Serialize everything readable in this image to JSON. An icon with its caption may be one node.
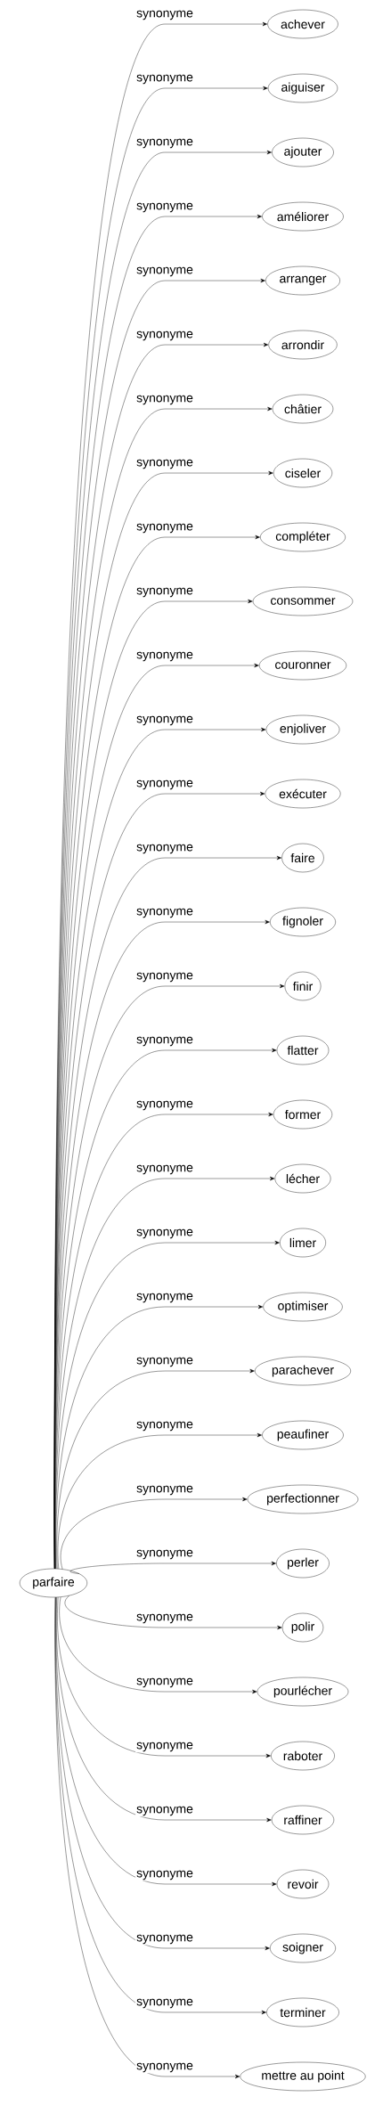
{
  "diagram": {
    "nodes": [
      {
        "text": [
          "parfaire"
        ]
      },
      {
        "text": [
          "achever"
        ]
      },
      {
        "text": [
          "aiguiser"
        ]
      },
      {
        "text": [
          "ajouter"
        ]
      },
      {
        "text": [
          "améliorer"
        ]
      },
      {
        "text": [
          "arranger"
        ]
      },
      {
        "text": [
          "arrondir"
        ]
      },
      {
        "text": [
          "châtier"
        ]
      },
      {
        "text": [
          "ciseler"
        ]
      },
      {
        "text": [
          "compléter"
        ]
      },
      {
        "text": [
          "consommer"
        ]
      },
      {
        "text": [
          "couronner"
        ]
      },
      {
        "text": [
          "enjoliver"
        ]
      },
      {
        "text": [
          "exécuter"
        ]
      },
      {
        "text": [
          "faire"
        ]
      },
      {
        "text": [
          "fignoler"
        ]
      },
      {
        "text": [
          "finir"
        ]
      },
      {
        "text": [
          "flatter"
        ]
      },
      {
        "text": [
          "former"
        ]
      },
      {
        "text": [
          "lécher"
        ]
      },
      {
        "text": [
          "limer"
        ]
      },
      {
        "text": [
          "optimiser"
        ]
      },
      {
        "text": [
          "parachever"
        ]
      },
      {
        "text": [
          "peaufiner"
        ]
      },
      {
        "text": [
          "perfectionner"
        ]
      },
      {
        "text": [
          "perler"
        ]
      },
      {
        "text": [
          "polir"
        ]
      },
      {
        "text": [
          "pourlécher"
        ]
      },
      {
        "text": [
          "raboter"
        ]
      },
      {
        "text": [
          "raffiner"
        ]
      },
      {
        "text": [
          "revoir"
        ]
      },
      {
        "text": [
          "soigner"
        ]
      },
      {
        "text": [
          "terminer"
        ]
      },
      {
        "text": [
          "mettre au point"
        ]
      }
    ],
    "edges": [
      {
        "from": 0,
        "to": 1,
        "arrow": "to",
        "label": "synonyme"
      },
      {
        "from": 0,
        "to": 2,
        "arrow": "to",
        "label": "synonyme"
      },
      {
        "from": 0,
        "to": 3,
        "arrow": "to",
        "label": "synonyme"
      },
      {
        "from": 0,
        "to": 4,
        "arrow": "to",
        "label": "synonyme"
      },
      {
        "from": 0,
        "to": 5,
        "arrow": "to",
        "label": "synonyme"
      },
      {
        "from": 0,
        "to": 6,
        "arrow": "to",
        "label": "synonyme"
      },
      {
        "from": 0,
        "to": 7,
        "arrow": "to",
        "label": "synonyme"
      },
      {
        "from": 0,
        "to": 8,
        "arrow": "to",
        "label": "synonyme"
      },
      {
        "from": 0,
        "to": 9,
        "arrow": "to",
        "label": "synonyme"
      },
      {
        "from": 0,
        "to": 10,
        "arrow": "to",
        "label": "synonyme"
      },
      {
        "from": 0,
        "to": 11,
        "arrow": "to",
        "label": "synonyme"
      },
      {
        "from": 0,
        "to": 12,
        "arrow": "to",
        "label": "synonyme"
      },
      {
        "from": 0,
        "to": 13,
        "arrow": "to",
        "label": "synonyme"
      },
      {
        "from": 0,
        "to": 14,
        "arrow": "to",
        "label": "synonyme"
      },
      {
        "from": 0,
        "to": 15,
        "arrow": "to",
        "label": "synonyme"
      },
      {
        "from": 0,
        "to": 16,
        "arrow": "to",
        "label": "synonyme"
      },
      {
        "from": 0,
        "to": 17,
        "arrow": "to",
        "label": "synonyme"
      },
      {
        "from": 0,
        "to": 18,
        "arrow": "to",
        "label": "synonyme"
      },
      {
        "from": 0,
        "to": 19,
        "arrow": "to",
        "label": "synonyme"
      },
      {
        "from": 0,
        "to": 20,
        "arrow": "to",
        "label": "synonyme"
      },
      {
        "from": 0,
        "to": 21,
        "arrow": "to",
        "label": "synonyme"
      },
      {
        "from": 0,
        "to": 22,
        "arrow": "to",
        "label": "synonyme"
      },
      {
        "from": 0,
        "to": 23,
        "arrow": "to",
        "label": "synonyme"
      },
      {
        "from": 0,
        "to": 24,
        "arrow": "to",
        "label": "synonyme"
      },
      {
        "from": 0,
        "to": 25,
        "arrow": "to",
        "label": "synonyme"
      },
      {
        "from": 0,
        "to": 26,
        "arrow": "to",
        "label": "synonyme"
      },
      {
        "from": 0,
        "to": 27,
        "arrow": "to",
        "label": "synonyme"
      },
      {
        "from": 0,
        "to": 28,
        "arrow": "to",
        "label": "synonyme"
      },
      {
        "from": 0,
        "to": 29,
        "arrow": "to",
        "label": "synonyme"
      },
      {
        "from": 0,
        "to": 30,
        "arrow": "to",
        "label": "synonyme"
      },
      {
        "from": 0,
        "to": 31,
        "arrow": "to",
        "label": "synonyme"
      },
      {
        "from": 0,
        "to": 32,
        "arrow": "to",
        "label": "synonyme"
      },
      {
        "from": 0,
        "to": 33,
        "arrow": "to",
        "label": "synonyme"
      }
    ]
  }
}
